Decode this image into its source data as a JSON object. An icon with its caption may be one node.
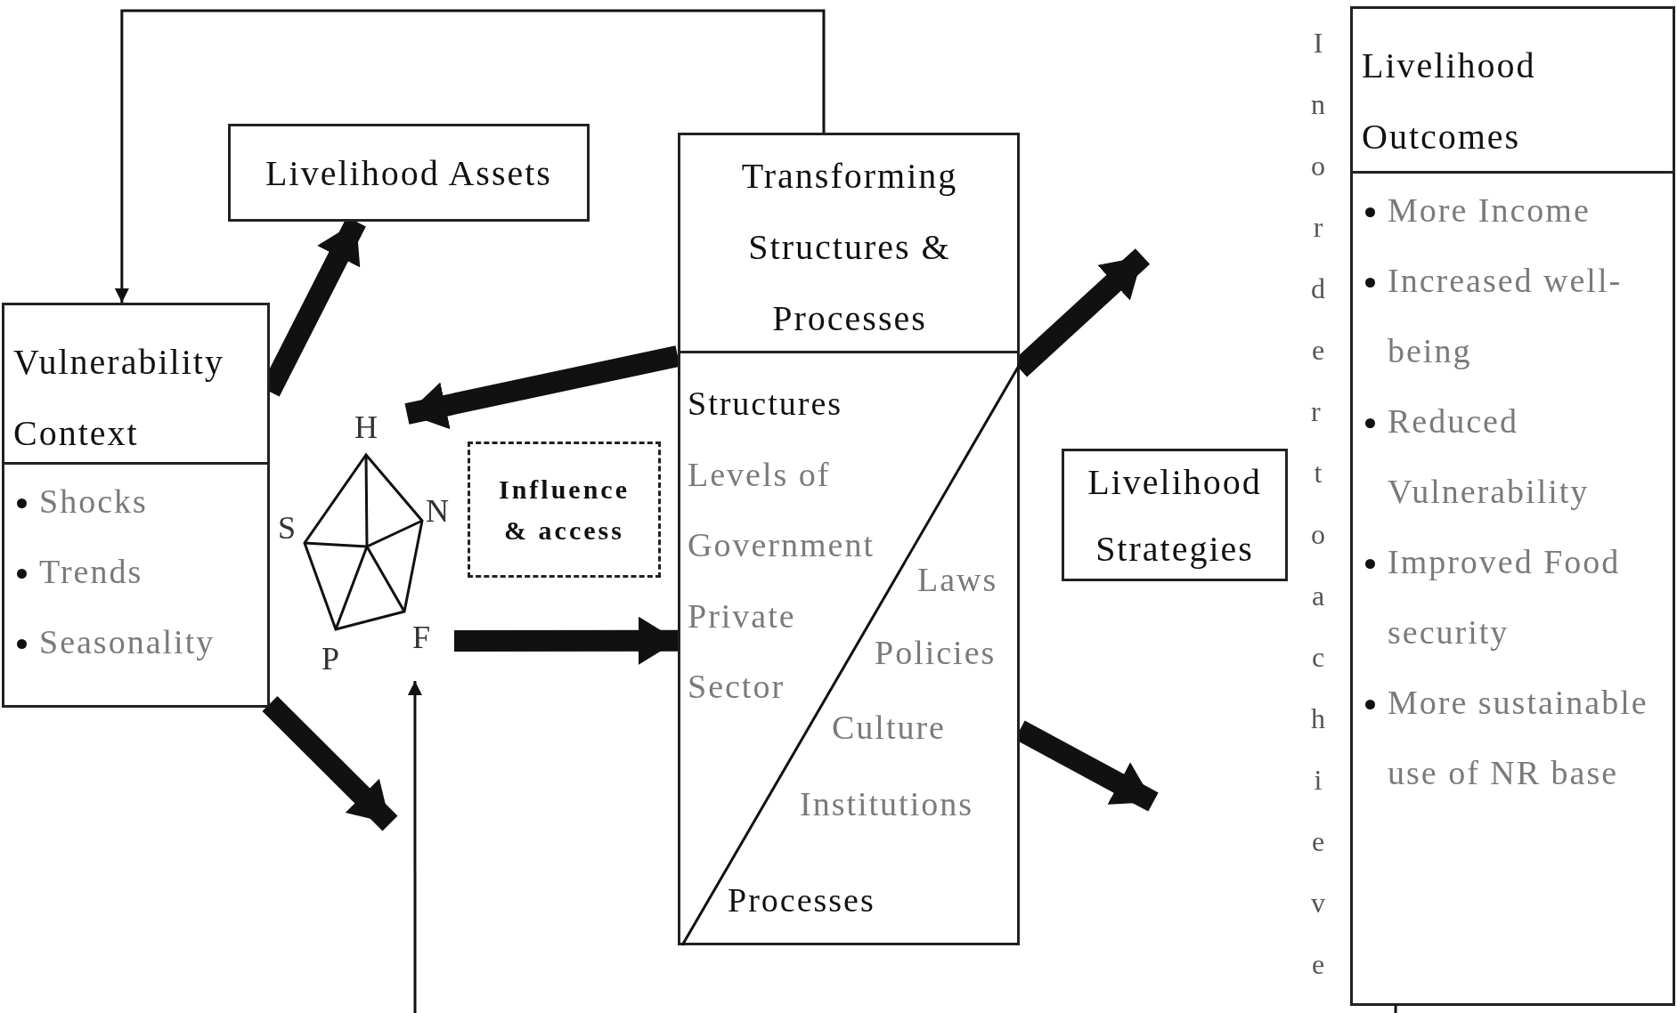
{
  "diagram": {
    "nodes": [
      {
        "text": [
          "Vulnerability Context",
          "Shocks",
          "Trends",
          "Seasonality"
        ]
      },
      {
        "text": [
          "Livelihood Assets"
        ]
      },
      {
        "text": [],
        "shape": "pentagon"
      },
      {
        "text": [
          "Influence & access"
        ]
      },
      {
        "text": [
          "Transforming Structures & Processes",
          "Structures",
          "Levels of Government",
          "Private Sector",
          "Laws",
          "Policies",
          "Culture",
          "Institutions",
          "Processes"
        ]
      },
      {
        "text": [
          "Livelihood Strategies"
        ]
      },
      {
        "text": [
          "Livelihood Outcomes",
          "More Income",
          "Increased well-being",
          "Reduced Vulnerability",
          "Improved Food security",
          "More sustainable use of NR base"
        ]
      }
    ],
    "edges": [
      {
        "from": 4,
        "to": 0,
        "arrow": "to"
      },
      {
        "from": 0,
        "to": 1,
        "arrow": "to"
      },
      {
        "from": 0,
        "to": null,
        "arrow": "to"
      },
      {
        "from": 4,
        "to": 2,
        "arrow": "to"
      },
      {
        "from": 2,
        "to": 4,
        "arrow": "to"
      },
      {
        "from": 4,
        "to": null,
        "arrow": "to"
      },
      {
        "from": 4,
        "to": null,
        "arrow": "to"
      },
      {
        "from": null,
        "to": 2,
        "arrow": "to"
      },
      {
        "from": 6,
        "to": null,
        "arrow": "none"
      }
    ],
    "labels": [
      "H",
      "S",
      "N",
      "P",
      "F",
      "In order to achieve"
    ]
  }
}
